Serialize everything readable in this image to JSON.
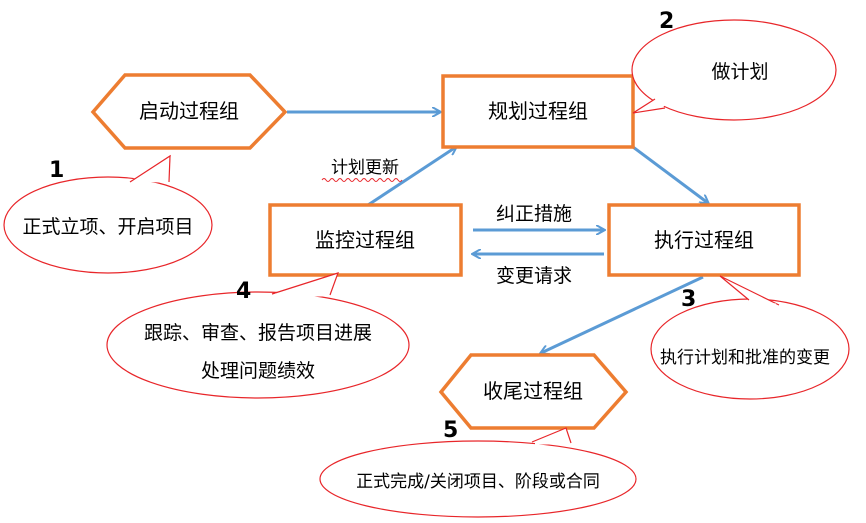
{
  "diagram": {
    "initiating": {
      "label": "启动过程组"
    },
    "planning": {
      "label": "规划过程组"
    },
    "executing": {
      "label": "执行过程组"
    },
    "monitoring": {
      "label": "监控过程组"
    },
    "closing": {
      "label": "收尾过程组"
    },
    "edges": {
      "plan_update": "计划更新",
      "corrective_action": "纠正措施",
      "change_request": "变更请求"
    },
    "callouts": [
      {
        "number": "1",
        "lines": [
          "正式立项、开启项目"
        ]
      },
      {
        "number": "2",
        "lines": [
          "做计划"
        ]
      },
      {
        "number": "3",
        "lines": [
          "执行计划和批准的变更"
        ]
      },
      {
        "number": "4",
        "lines": [
          "跟踪、审查、报告项目进展",
          "处理问题绩效"
        ]
      },
      {
        "number": "5",
        "lines": [
          "正式完成/关闭项目、阶段或合同"
        ]
      }
    ],
    "colors": {
      "node_border": "#ED7D31",
      "arrow": "#5B9BD5",
      "callout_border": "#E8262A",
      "text": "#000000"
    }
  }
}
